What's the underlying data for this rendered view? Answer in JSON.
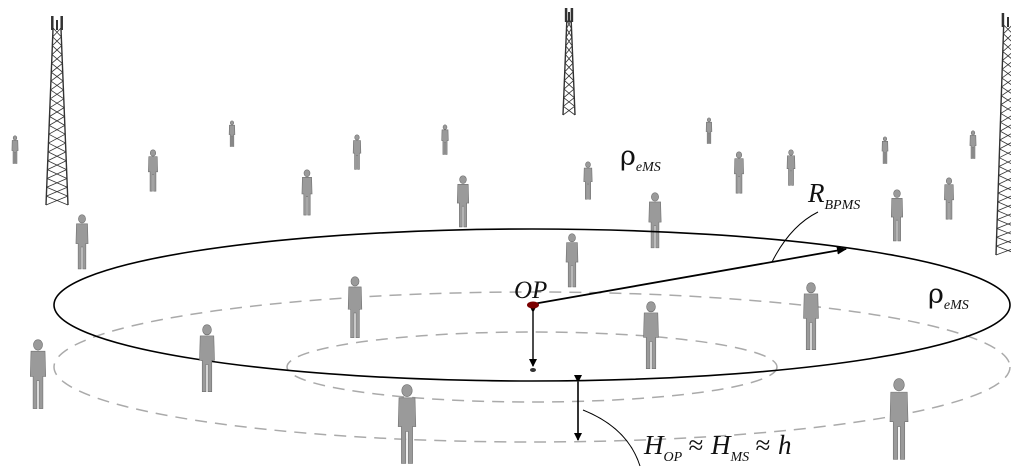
{
  "colors": {
    "person": "#9a9a9a",
    "person_edge": "#707070",
    "tower": "#333333",
    "line": "#000000",
    "dashed": "#aaaaaa",
    "point": "#7a0000"
  },
  "icons": {
    "tower": "cell-tower-icon",
    "person": "person-icon"
  },
  "labels": {
    "density_far": "ρ",
    "density_far_sub": "eMS",
    "radius": "R",
    "radius_sub": "BPMS",
    "density_near": "ρ",
    "density_near_sub": "eMS",
    "point": "OP",
    "height_eq": {
      "h1": "H",
      "h1_sub": "OP",
      "approx1": "≈",
      "h2": "H",
      "h2_sub": "MS",
      "approx2": "≈",
      "h": "h"
    }
  }
}
